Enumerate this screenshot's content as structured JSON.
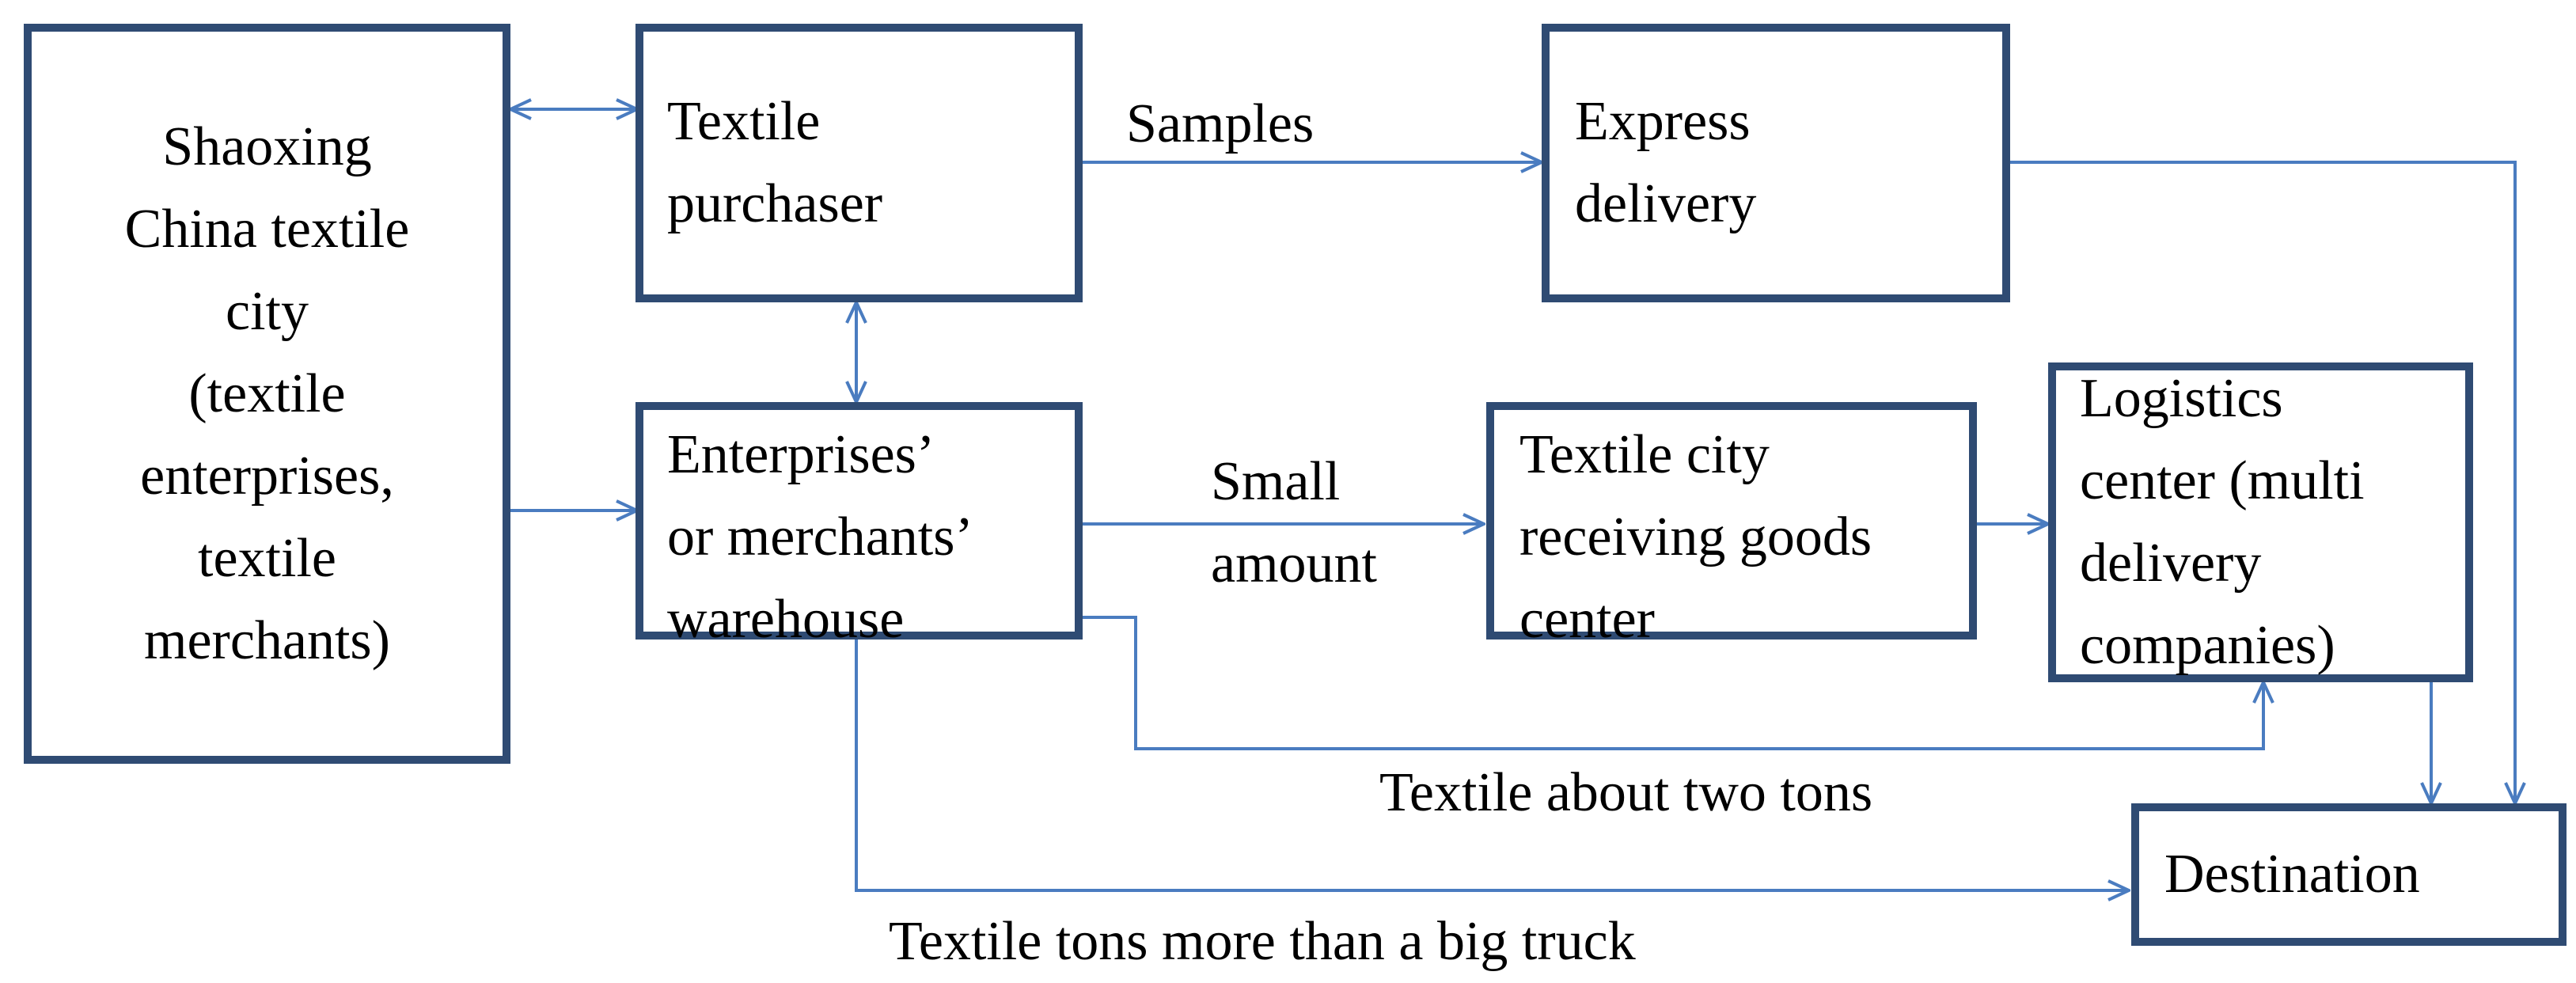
{
  "nodes": {
    "shaoxing": {
      "lines": [
        "Shaoxing",
        "China textile",
        "city",
        "(textile",
        "enterprises,",
        "textile",
        "merchants)"
      ]
    },
    "purchaser": {
      "lines": [
        "Textile",
        "purchaser"
      ]
    },
    "express": {
      "lines": [
        "Express",
        "delivery"
      ]
    },
    "warehouse": {
      "lines": [
        "Enterprises’",
        "or merchants’",
        "warehouse"
      ]
    },
    "receiving": {
      "lines": [
        "Textile city",
        "receiving goods",
        "center"
      ]
    },
    "logistics": {
      "lines": [
        "Logistics",
        "center (multi",
        "delivery",
        "companies)"
      ]
    },
    "destination": {
      "lines": [
        "Destination"
      ]
    }
  },
  "edge_labels": {
    "samples": "Samples",
    "small_amount": [
      "Small",
      "amount"
    ],
    "two_tons": "Textile about two tons",
    "big_truck": "Textile tons more than a big truck"
  },
  "colors": {
    "box_border": "#2f4b73",
    "arrow": "#4a7cc0"
  }
}
